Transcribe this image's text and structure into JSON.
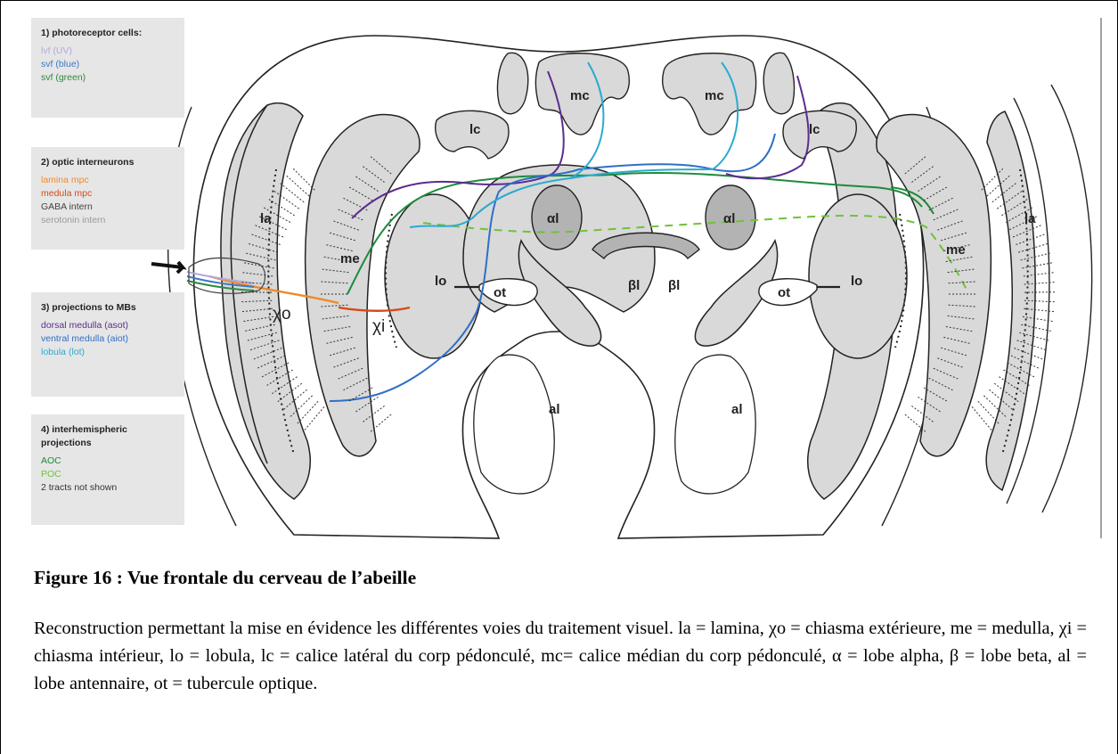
{
  "legend": [
    {
      "title": "1) photoreceptor cells:",
      "items": [
        {
          "text": "lvf (UV)",
          "color": "#b4a8d8"
        },
        {
          "text": "svf (blue)",
          "color": "#3b78c9"
        },
        {
          "text": "svf (green)",
          "color": "#2e8a3a"
        }
      ]
    },
    {
      "title": "2) optic interneurons",
      "items": [
        {
          "text": "lamina mpc",
          "color": "#ee8a2a"
        },
        {
          "text": "medula mpc",
          "color": "#d64a15"
        },
        {
          "text": "GABA intern",
          "color": "#444444"
        },
        {
          "text": "serotonin intern",
          "color": "#9a9a9a"
        }
      ]
    },
    {
      "title": "3) projections  to MBs",
      "items": [
        {
          "text": "dorsal medulla (asot)",
          "color": "#5b2d8f"
        },
        {
          "text": "ventral medulla (aiot)",
          "color": "#2f6fc6"
        },
        {
          "text": "lobula (lot)",
          "color": "#2aaad0"
        }
      ]
    },
    {
      "title": "4) interhemispheric projections",
      "items": [
        {
          "text": "AOC",
          "color": "#1e8a3a"
        },
        {
          "text": "POC",
          "color": "#6fc23a"
        },
        {
          "text": "2 tracts not shown",
          "color": "#333333"
        }
      ]
    }
  ],
  "labels": {
    "la": "la",
    "me": "me",
    "lo": "lo",
    "lc": "lc",
    "mc": "mc",
    "al": "al",
    "ot": "ot",
    "alpha_l": "αl",
    "beta_l": "βl",
    "chi_o": "χo",
    "chi_i": "χi"
  },
  "caption": {
    "title": "Figure 16 : Vue frontale du cerveau de l’abeille",
    "text": "Reconstruction permettant la mise en évidence les différentes voies du traitement visuel. la = lamina, χo = chiasma extérieure, me = medulla, χi = chiasma intérieur, lo = lobula, lc = calice latéral du corp pédonculé, mc= calice médian du corp pédonculé, α = lobe alpha, β = lobe beta, al = lobe antennaire, ot = tubercule optique."
  },
  "colors": {
    "neuropil_fill": "#d9d9d9",
    "outline": "#222222",
    "asot": "#5b2d8f",
    "aiot": "#2f6fc6",
    "lot": "#2aaad0",
    "aoc": "#1e8a3a",
    "poc": "#6fc23a",
    "lamina_mpc": "#ee8a2a",
    "medula_mpc": "#d64a15"
  }
}
